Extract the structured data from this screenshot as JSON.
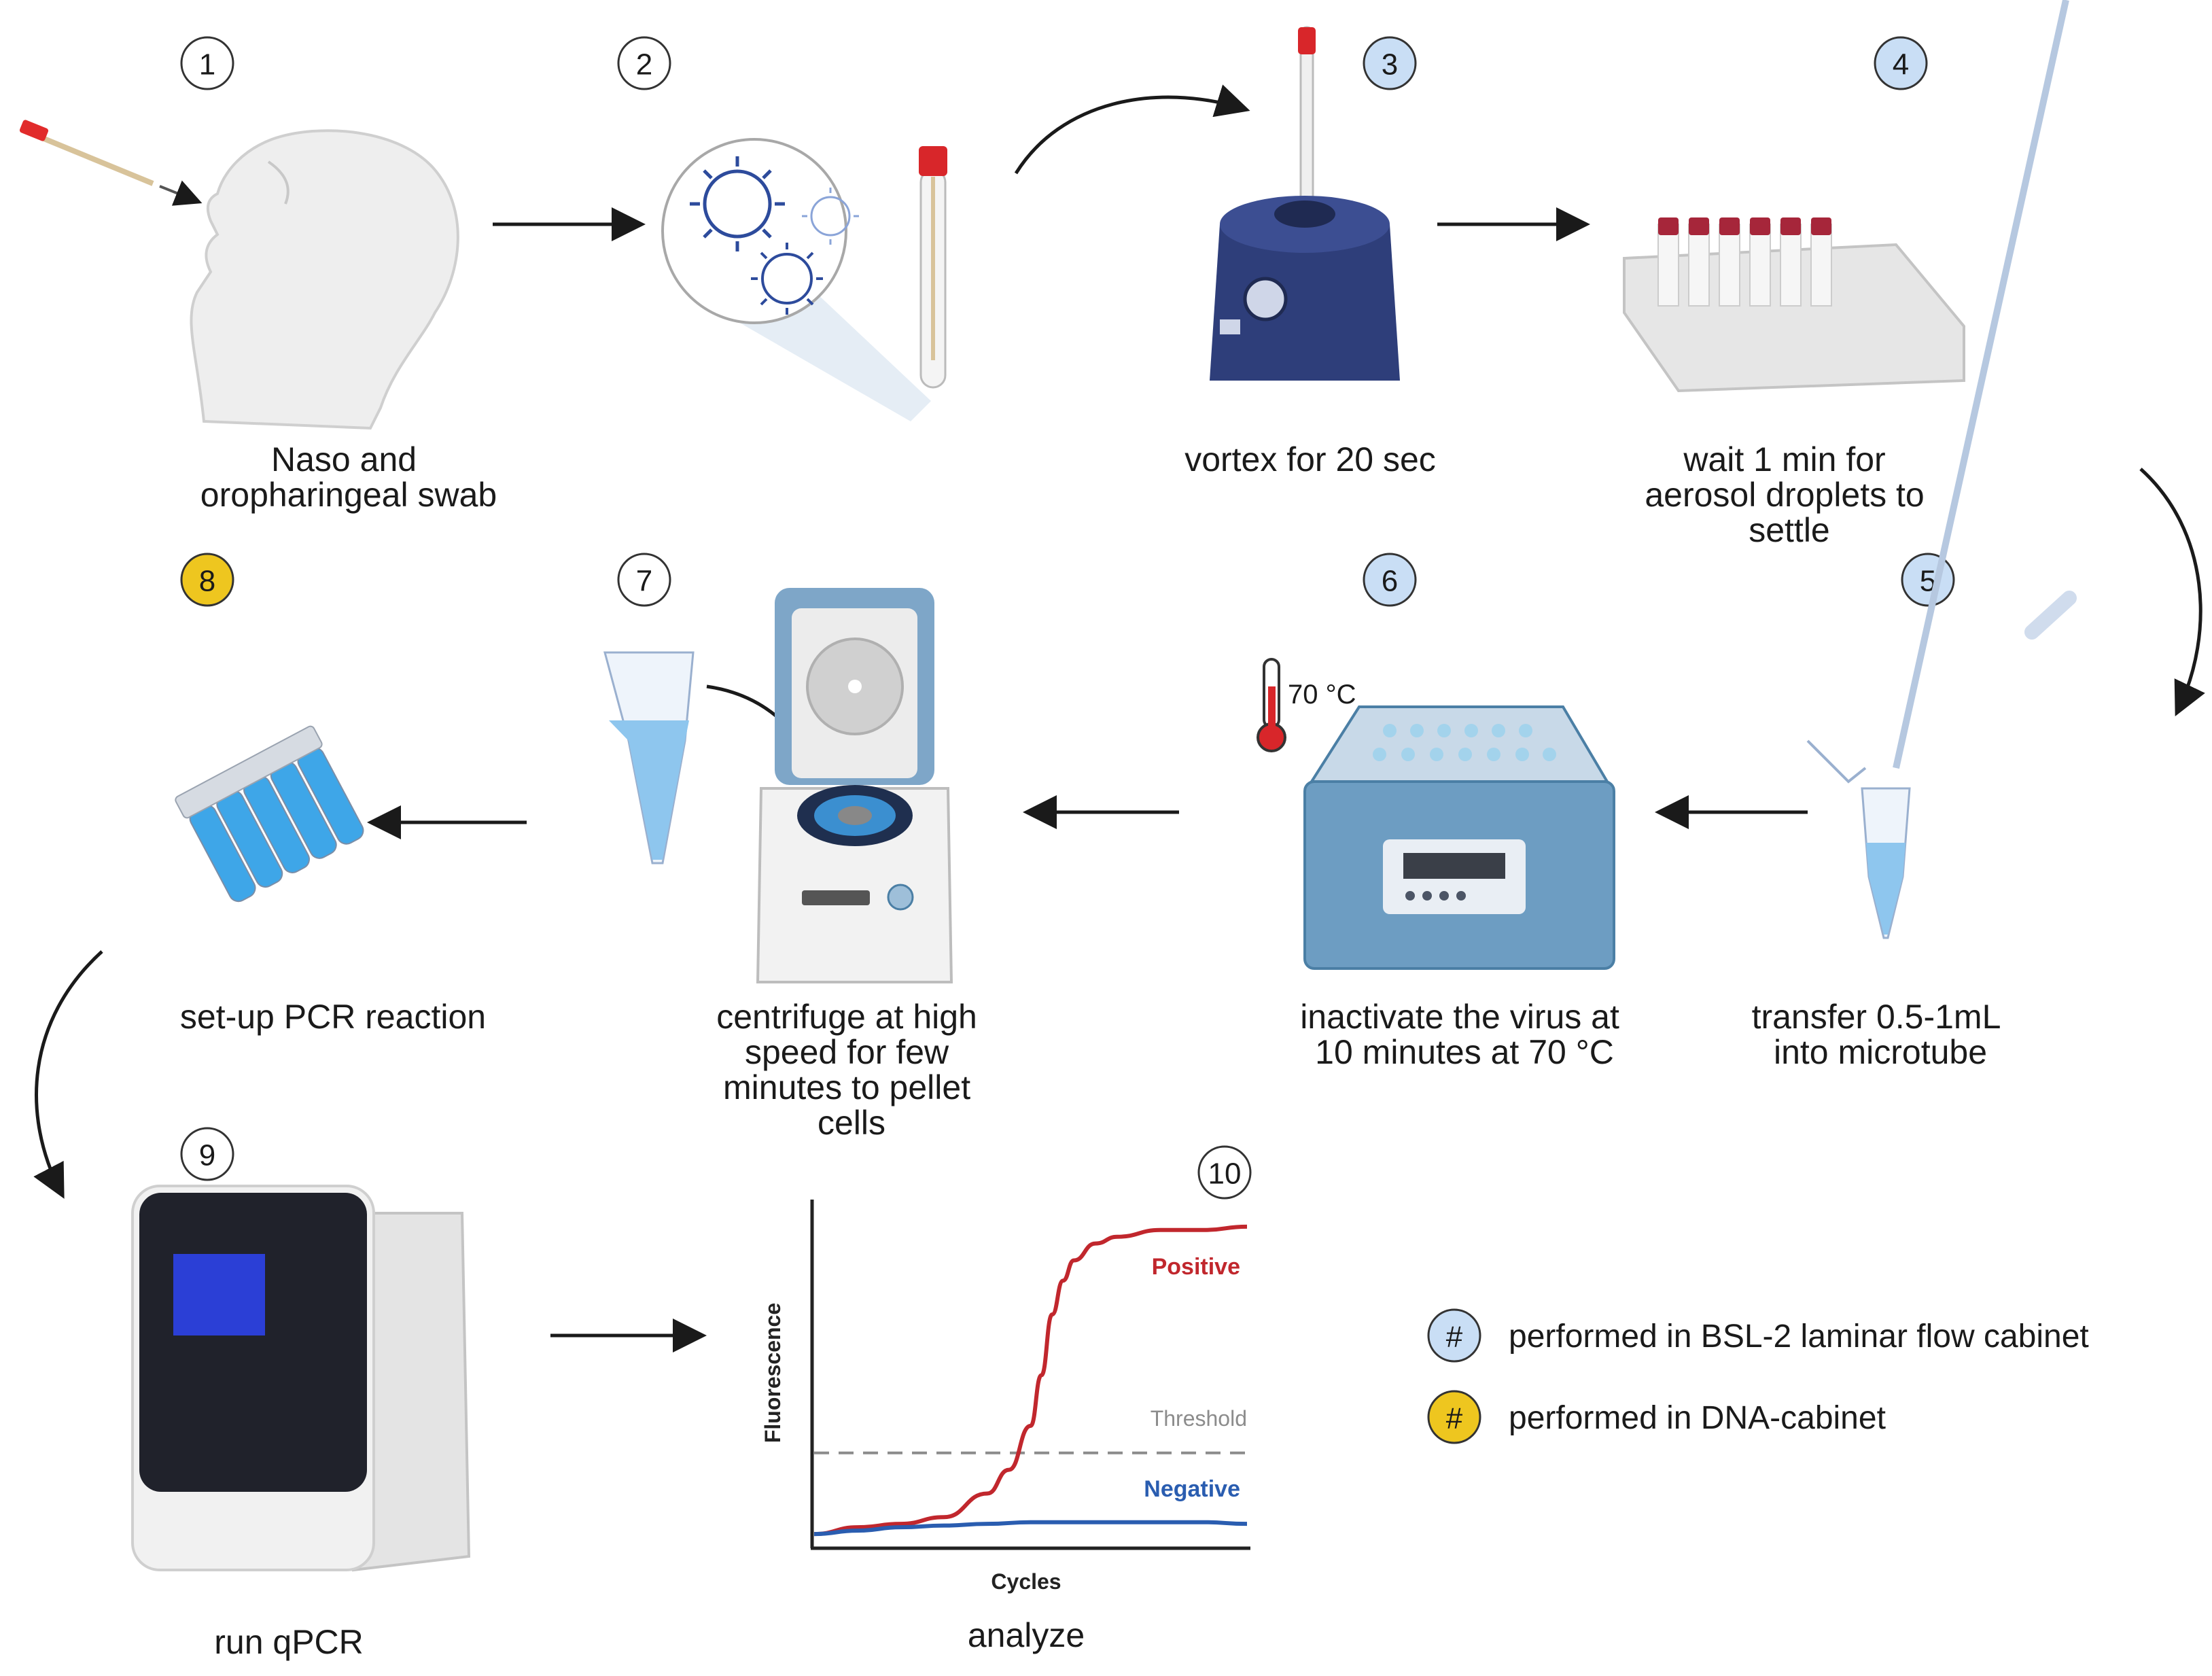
{
  "steps": [
    {
      "number": "1",
      "label_lines": [
        "Naso and",
        "oropharingeal swab"
      ],
      "cabinet": "none"
    },
    {
      "number": "2",
      "label_lines": [],
      "cabinet": "none"
    },
    {
      "number": "3",
      "label_lines": [
        "vortex for 20 sec"
      ],
      "cabinet": "bsl2"
    },
    {
      "number": "4",
      "label_lines": [
        "wait 1 min for",
        "aerosol droplets to",
        "settle"
      ],
      "cabinet": "bsl2"
    },
    {
      "number": "5",
      "label_lines": [
        "transfer 0.5-1mL",
        "into microtube"
      ],
      "cabinet": "bsl2"
    },
    {
      "number": "6",
      "label_lines": [
        "inactivate the virus at",
        "10 minutes at 70 °C"
      ],
      "cabinet": "bsl2"
    },
    {
      "number": "7",
      "label_lines": [
        "centrifuge at high",
        "speed for few",
        "minutes to pellet",
        "cells"
      ],
      "cabinet": "none"
    },
    {
      "number": "8",
      "label_lines": [
        "set-up PCR reaction"
      ],
      "cabinet": "dna"
    },
    {
      "number": "9",
      "label_lines": [
        "run qPCR"
      ],
      "cabinet": "none"
    },
    {
      "number": "10",
      "label_lines": [
        "analyze"
      ],
      "cabinet": "none"
    }
  ],
  "thermometer_label": "70 °C",
  "legend": [
    {
      "symbol": "#",
      "text": "performed in BSL-2 laminar flow cabinet",
      "cabinet": "bsl2"
    },
    {
      "symbol": "#",
      "text": "performed in DNA-cabinet",
      "cabinet": "dna"
    }
  ],
  "colors": {
    "bsl2": "#c9def5",
    "dna": "#eec61f",
    "none": "#ffffff",
    "positive": "#c1272d",
    "negative": "#2a5db0",
    "threshold": "#8c8c8c"
  },
  "chart_data": {
    "type": "line",
    "xlabel": "Cycles",
    "ylabel": "Fluorescence",
    "xlim": [
      0,
      40
    ],
    "ylim": [
      0,
      1
    ],
    "grid": false,
    "threshold": {
      "name": "Threshold",
      "y": 0.27
    },
    "series": [
      {
        "name": "Positive",
        "color": "#c1272d",
        "x": [
          0,
          4,
          8,
          12,
          16,
          18,
          20,
          21,
          22,
          23,
          24,
          26,
          28,
          32,
          36,
          40
        ],
        "y": [
          0.03,
          0.05,
          0.06,
          0.08,
          0.15,
          0.22,
          0.35,
          0.5,
          0.68,
          0.78,
          0.84,
          0.89,
          0.91,
          0.93,
          0.93,
          0.94
        ]
      },
      {
        "name": "Negative",
        "color": "#2a5db0",
        "x": [
          0,
          4,
          8,
          12,
          16,
          20,
          24,
          28,
          32,
          36,
          40
        ],
        "y": [
          0.03,
          0.04,
          0.05,
          0.055,
          0.06,
          0.065,
          0.065,
          0.065,
          0.065,
          0.065,
          0.06
        ]
      }
    ]
  }
}
